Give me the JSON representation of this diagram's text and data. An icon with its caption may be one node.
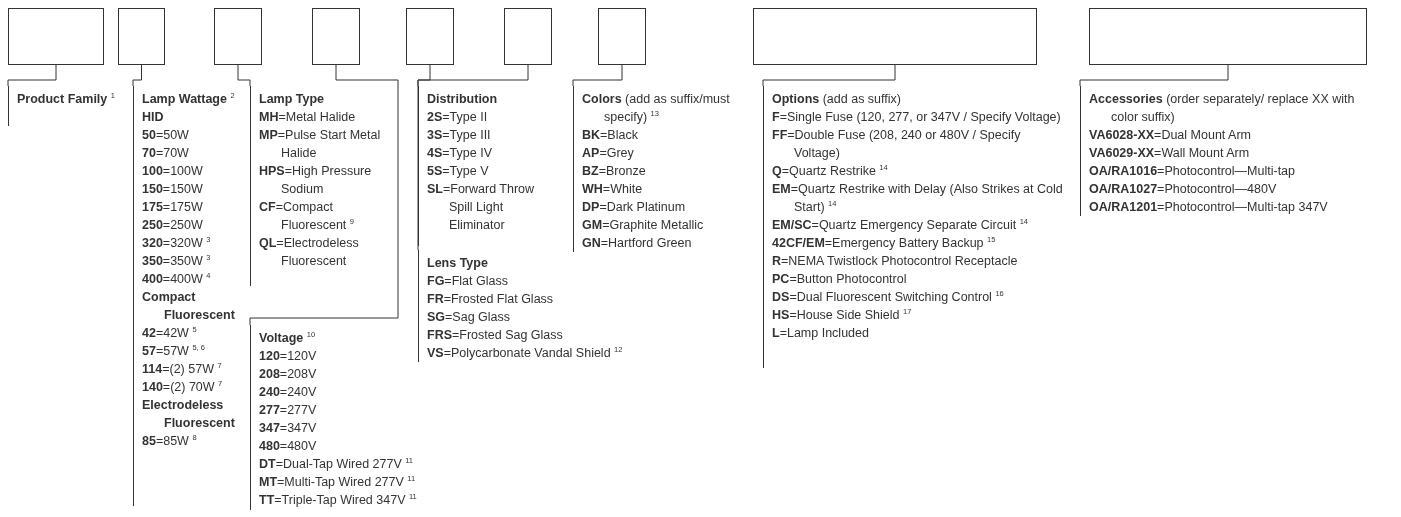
{
  "diagram": {
    "nodes": [
      {
        "text": [],
        "shape": "box"
      },
      {
        "text": [],
        "shape": "box"
      },
      {
        "text": [],
        "shape": "box"
      },
      {
        "text": [],
        "shape": "box"
      },
      {
        "text": [],
        "shape": "box"
      },
      {
        "text": [],
        "shape": "box"
      },
      {
        "text": [],
        "shape": "box"
      },
      {
        "text": [],
        "shape": "box"
      },
      {
        "text": [],
        "shape": "box"
      },
      {
        "text": [
          "**Product Family** $^{1}$"
        ]
      },
      {
        "text": [
          "**Lamp Wattage** $^{2}$",
          "**HID**",
          "**50**=50W",
          "**70**=70W",
          "**100**=100W",
          "**150**=150W",
          "**175**=175W",
          "**250**=250W",
          "**320**=320W $^{3}$",
          "**350**=350W $^{3}$",
          "**400**=400W $^{4}$",
          "**Compact Fluorescent**",
          "**42**=42W $^{5}$",
          "**57**=57W $^{5, 6}$",
          "**114**=(2) 57W $^{7}$",
          "**140**=(2) 70W $^{7}$",
          "**Electrodeless Fluorescent**",
          "**85**=85W $^{8}$"
        ]
      },
      {
        "text": [
          "**Lamp Type**",
          "**MH**=Metal Halide",
          "**MP**=Pulse Start Metal Halide",
          "**HPS**=High Pressure Sodium",
          "**CF**=Compact Fluorescent $^{9}$",
          "**QL**=Electrodeless Fluorescent"
        ]
      },
      {
        "text": [
          "**Voltage** $^{10}$",
          "**120**=120V",
          "**208**=208V",
          "**240**=240V",
          "**277**=277V",
          "**347**=347V",
          "**480**=480V",
          "**DT**=Dual-Tap Wired 277V $^{11}$",
          "**MT**=Multi-Tap Wired 277V $^{11}$",
          "**TT**=Triple-Tap Wired 347V $^{11}$"
        ]
      },
      {
        "text": [
          "**Distribution**",
          "**2S**=Type II",
          "**3S**=Type III",
          "**4S**=Type IV",
          "**5S**=Type V",
          "**SL**=Forward Throw Spill Light Eliminator"
        ]
      },
      {
        "text": [
          "**Lens Type**",
          "**FG**=Flat Glass",
          "**FR**=Frosted Flat Glass",
          "**SG**=Sag Glass",
          "**FRS**=Frosted Sag Glass",
          "**VS**=Polycarbonate Vandal Shield $^{12}$"
        ]
      },
      {
        "text": [
          "**Colors** (add as suffix/must specify) $^{13}$",
          "**BK**=Black",
          "**AP**=Grey",
          "**BZ**=Bronze",
          "**WH**=White",
          "**DP**=Dark Platinum",
          "**GM**=Graphite Metallic",
          "**GN**=Hartford Green"
        ]
      },
      {
        "text": [
          "**Options** (add as suffix)",
          "**F**=Single Fuse (120, 277, or 347V / Specify Voltage)",
          "**FF**=Double Fuse (208, 240 or 480V / Specify Voltage)",
          "**Q**=Quartz Restrike $^{14}$",
          "**EM**=Quartz Restrike with Delay (Also Strikes at Cold Start) $^{14}$",
          "**EM/SC**=Quartz Emergency Separate Circuit $^{14}$",
          "**42CF/EM**=Emergency Battery Backup $^{15}$",
          "**R**=NEMA Twistlock Photocontrol Receptacle",
          "**PC**=Button Photocontrol",
          "**DS**=Dual Fluorescent Switching Control $^{16}$",
          "**HS**=House Side Shield $^{17}$",
          "**L**=Lamp Included"
        ]
      },
      {
        "text": [
          "**Accessories** (order separately/ replace XX with color suffix)",
          "**VA6028-XX**=Dual Mount Arm",
          "**VA6029-XX**=Wall Mount Arm",
          "**OA/RA1016**=Photocontrol—Multi-tap",
          "**OA/RA1027**=Photocontrol—480V",
          "**OA/RA1201**=Photocontrol—Multi-tap 347V"
        ]
      }
    ],
    "edges": [
      {
        "from": 0,
        "to": 9,
        "arrow": "none"
      },
      {
        "from": 1,
        "to": 10,
        "arrow": "none"
      },
      {
        "from": 2,
        "to": 11,
        "arrow": "none"
      },
      {
        "from": 3,
        "to": 12,
        "arrow": "none"
      },
      {
        "from": 4,
        "to": 13,
        "arrow": "none"
      },
      {
        "from": 5,
        "to": 14,
        "arrow": "none"
      },
      {
        "from": 6,
        "to": 15,
        "arrow": "none"
      },
      {
        "from": 7,
        "to": 16,
        "arrow": "none"
      },
      {
        "from": 8,
        "to": 17,
        "arrow": "none"
      }
    ]
  }
}
